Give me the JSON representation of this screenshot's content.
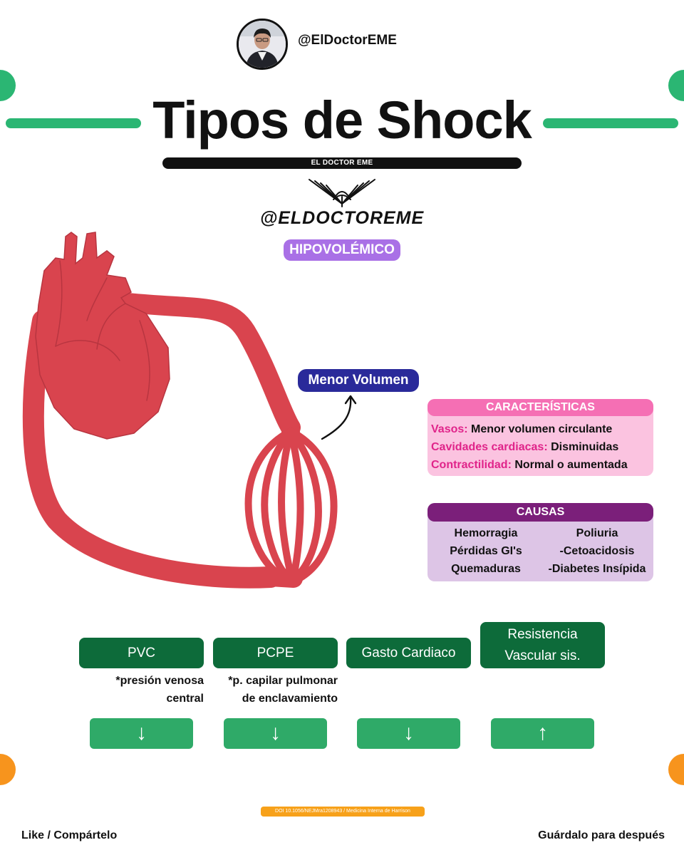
{
  "colors": {
    "green_accent": "#2bb673",
    "orange_accent": "#f7941d",
    "heart_red": "#d9444e",
    "purple_pill": "#a970e6",
    "navy_label": "#2a2a9a",
    "pink_header": "#f56fb4",
    "pink_body": "#fbc3e0",
    "pink_key": "#e0248a",
    "purple_header": "#7b1f7a",
    "purple_body": "#ddc5e6",
    "dark_green": "#0d6b3a",
    "mid_green": "#2faa68"
  },
  "header": {
    "handle": "@ElDoctorEME",
    "avatar_icon": "avatar-photo"
  },
  "title": {
    "main": "Tipos de Shock",
    "subtitle": "EL DOCTOR EME",
    "logo_icon": "caduceus-wings-icon",
    "logo_text": "@ELDOCTOREME"
  },
  "shock_type": "HIPOVOLÉMICO",
  "diagram": {
    "heart_icon": "heart-icon",
    "vessel_label": "Menor Volumen"
  },
  "characteristics": {
    "header": "CARACTERÍSTICAS",
    "rows": [
      {
        "key": "Vasos:",
        "value": "Menor volumen circulante"
      },
      {
        "key": "Cavidades cardiacas:",
        "value": "Disminuidas"
      },
      {
        "key": "Contractilidad:",
        "value": "Normal o aumentada"
      }
    ]
  },
  "causes": {
    "header": "CAUSAS",
    "left": [
      "Hemorragia",
      "Pérdidas GI's",
      "Quemaduras"
    ],
    "right": [
      "Poliuria",
      "-Cetoacidosis",
      "-Diabetes Insípida"
    ]
  },
  "parameters": [
    {
      "label": "PVC",
      "note_1": "*presión venosa",
      "note_2": "central",
      "arrow": "↓"
    },
    {
      "label": "PCPE",
      "note_1": "*p. capilar pulmonar",
      "note_2": "de enclavamiento",
      "arrow": "↓"
    },
    {
      "label": "Gasto Cardiaco",
      "note_1": "",
      "note_2": "",
      "arrow": "↓"
    },
    {
      "label_1": "Resistencia",
      "label_2": "Vascular sis.",
      "arrow": "↑"
    }
  ],
  "footer": {
    "reference": "DOI 10.1056/NEJMra1208943 / Medicina Interna de Harrison",
    "left": "Like / Compártelo",
    "right": "Guárdalo para después"
  }
}
